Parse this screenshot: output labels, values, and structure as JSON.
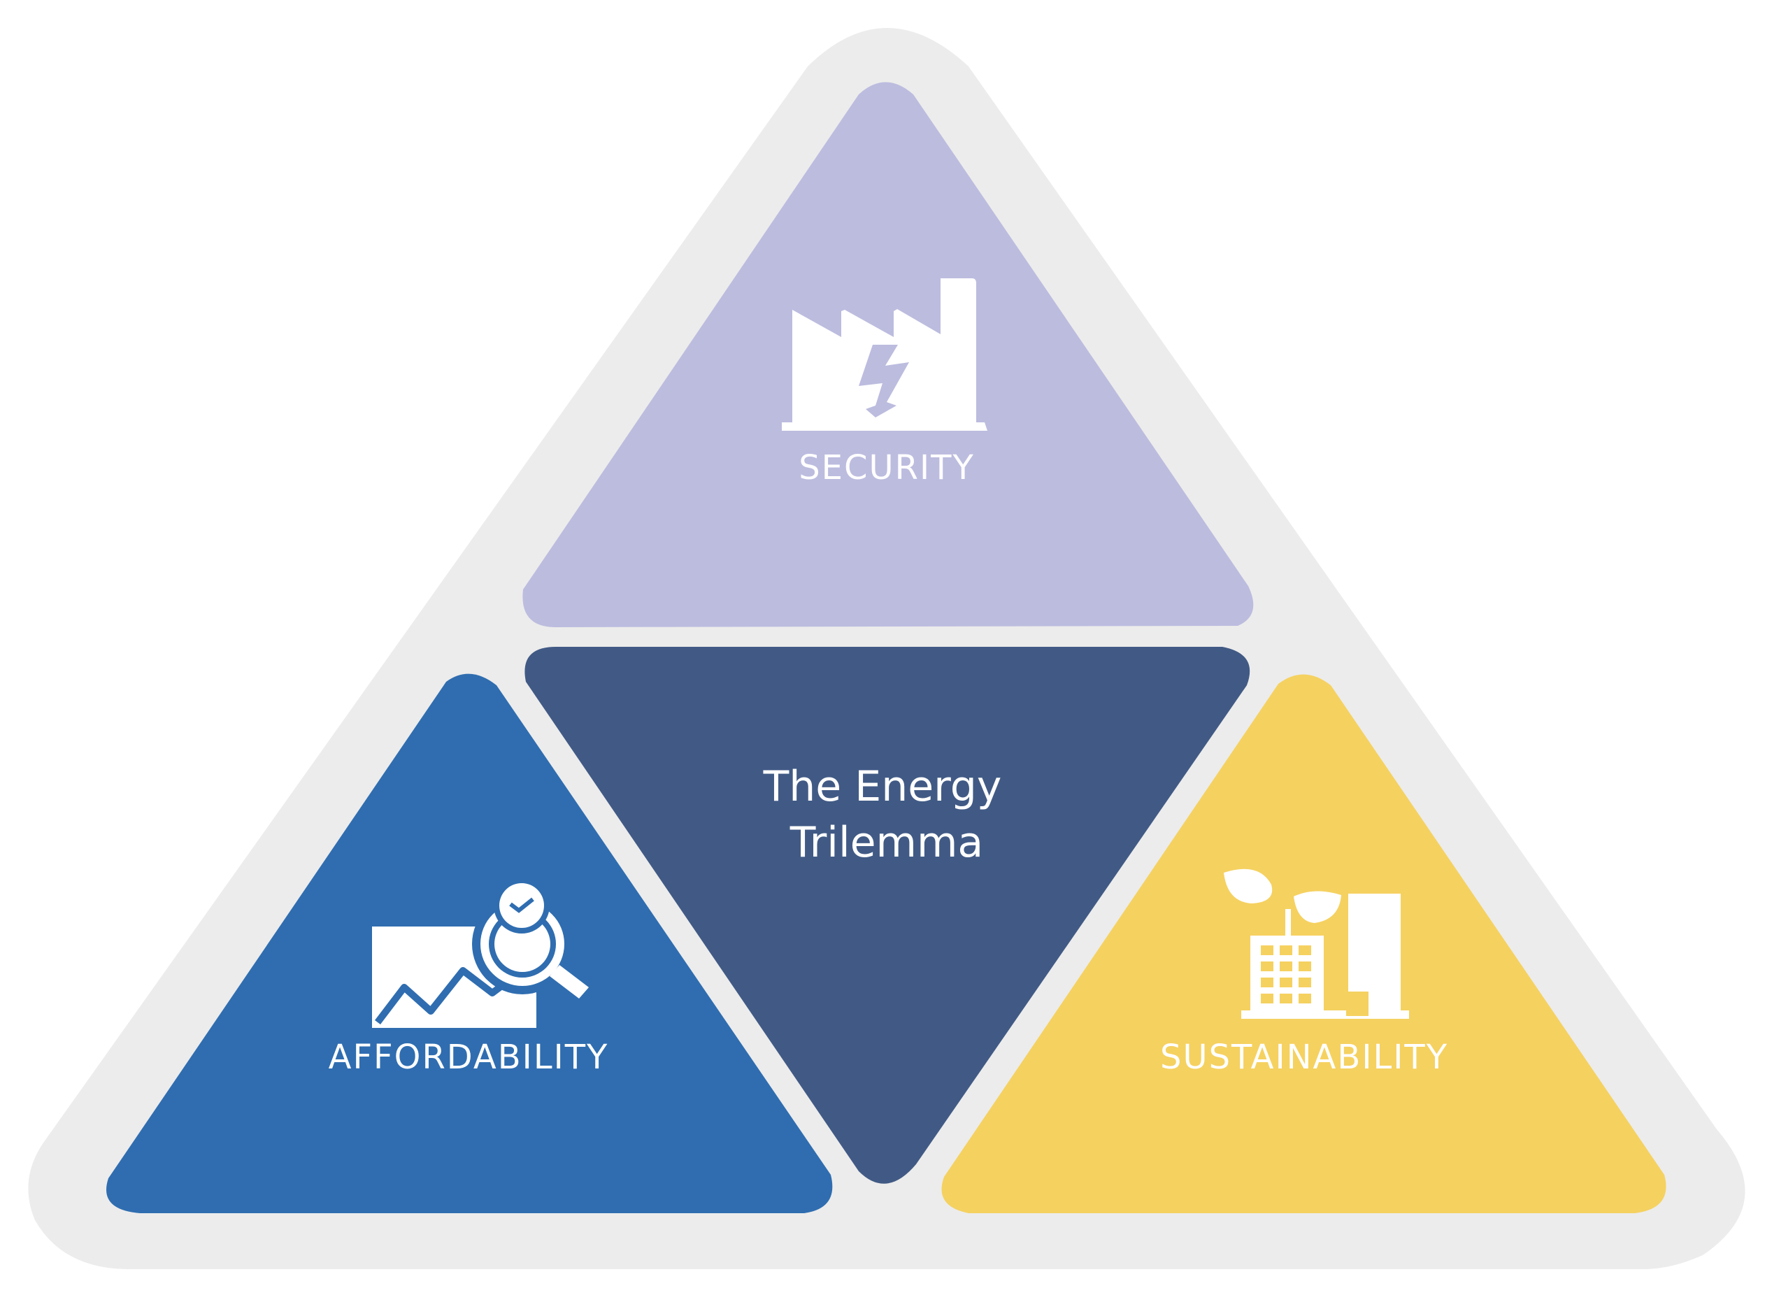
{
  "diagram": {
    "center": {
      "line1": "The Energy",
      "line2": "Trilemma",
      "color": "#415a85"
    },
    "security": {
      "label": "SECURITY",
      "color": "#bcbcdf",
      "icon": "factory-lightning-icon"
    },
    "affordability": {
      "label": "AFFORDABILITY",
      "color": "#2f6db0",
      "icon": "chart-magnifier-icon"
    },
    "sustainability": {
      "label": "SUSTAINABILITY",
      "color": "#f5d160",
      "icon": "green-building-icon"
    },
    "background_color": "#ececec"
  }
}
